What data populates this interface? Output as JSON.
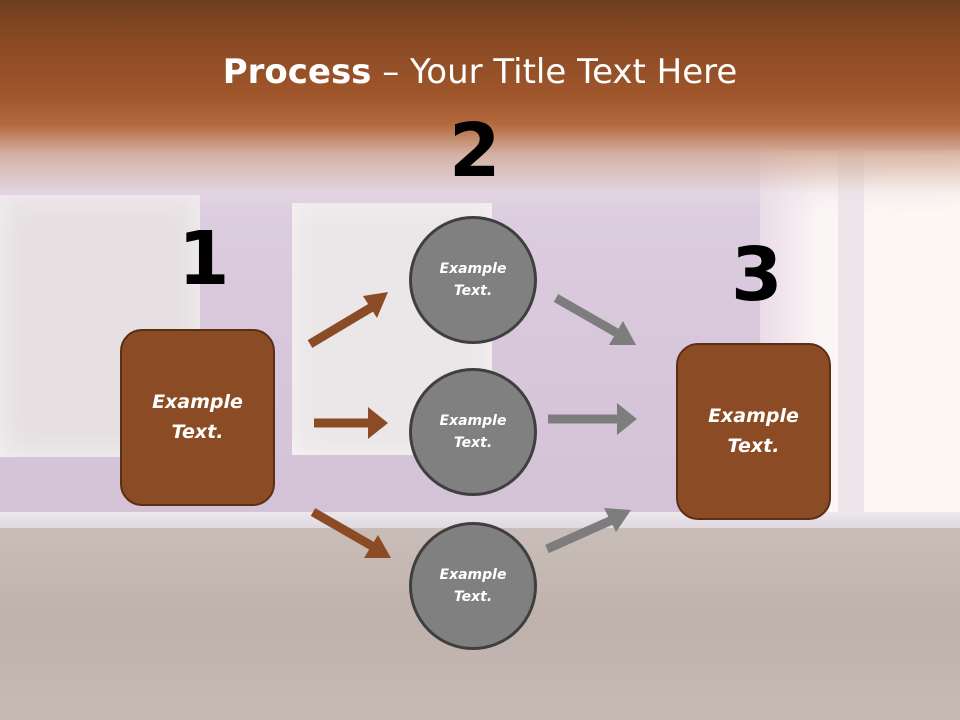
{
  "slide": {
    "title_bold": "Process",
    "title_rest": " – Your Title Text Here"
  },
  "steps": {
    "one": {
      "number": "1",
      "text": "Example Text."
    },
    "two": {
      "number": "2",
      "circles": [
        {
          "text": "Example Text."
        },
        {
          "text": "Example Text."
        },
        {
          "text": "Example Text."
        }
      ]
    },
    "three": {
      "number": "3",
      "text": "Example Text."
    }
  },
  "colors": {
    "brown": "#8b4b25",
    "gray": "#808080",
    "arrow_brown": "#8b4b25",
    "arrow_gray": "#7d7d7d"
  }
}
